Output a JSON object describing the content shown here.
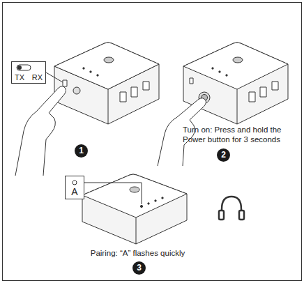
{
  "diagram": {
    "nodes": [
      {
        "text": [
          "TX",
          "RX"
        ]
      },
      {
        "text": [
          "A"
        ]
      }
    ],
    "labels": [
      "1",
      "Turn on: Press and hold the Power button for 3 seconds",
      "2",
      "Pairing: “A” flashes quickly",
      "3"
    ]
  }
}
